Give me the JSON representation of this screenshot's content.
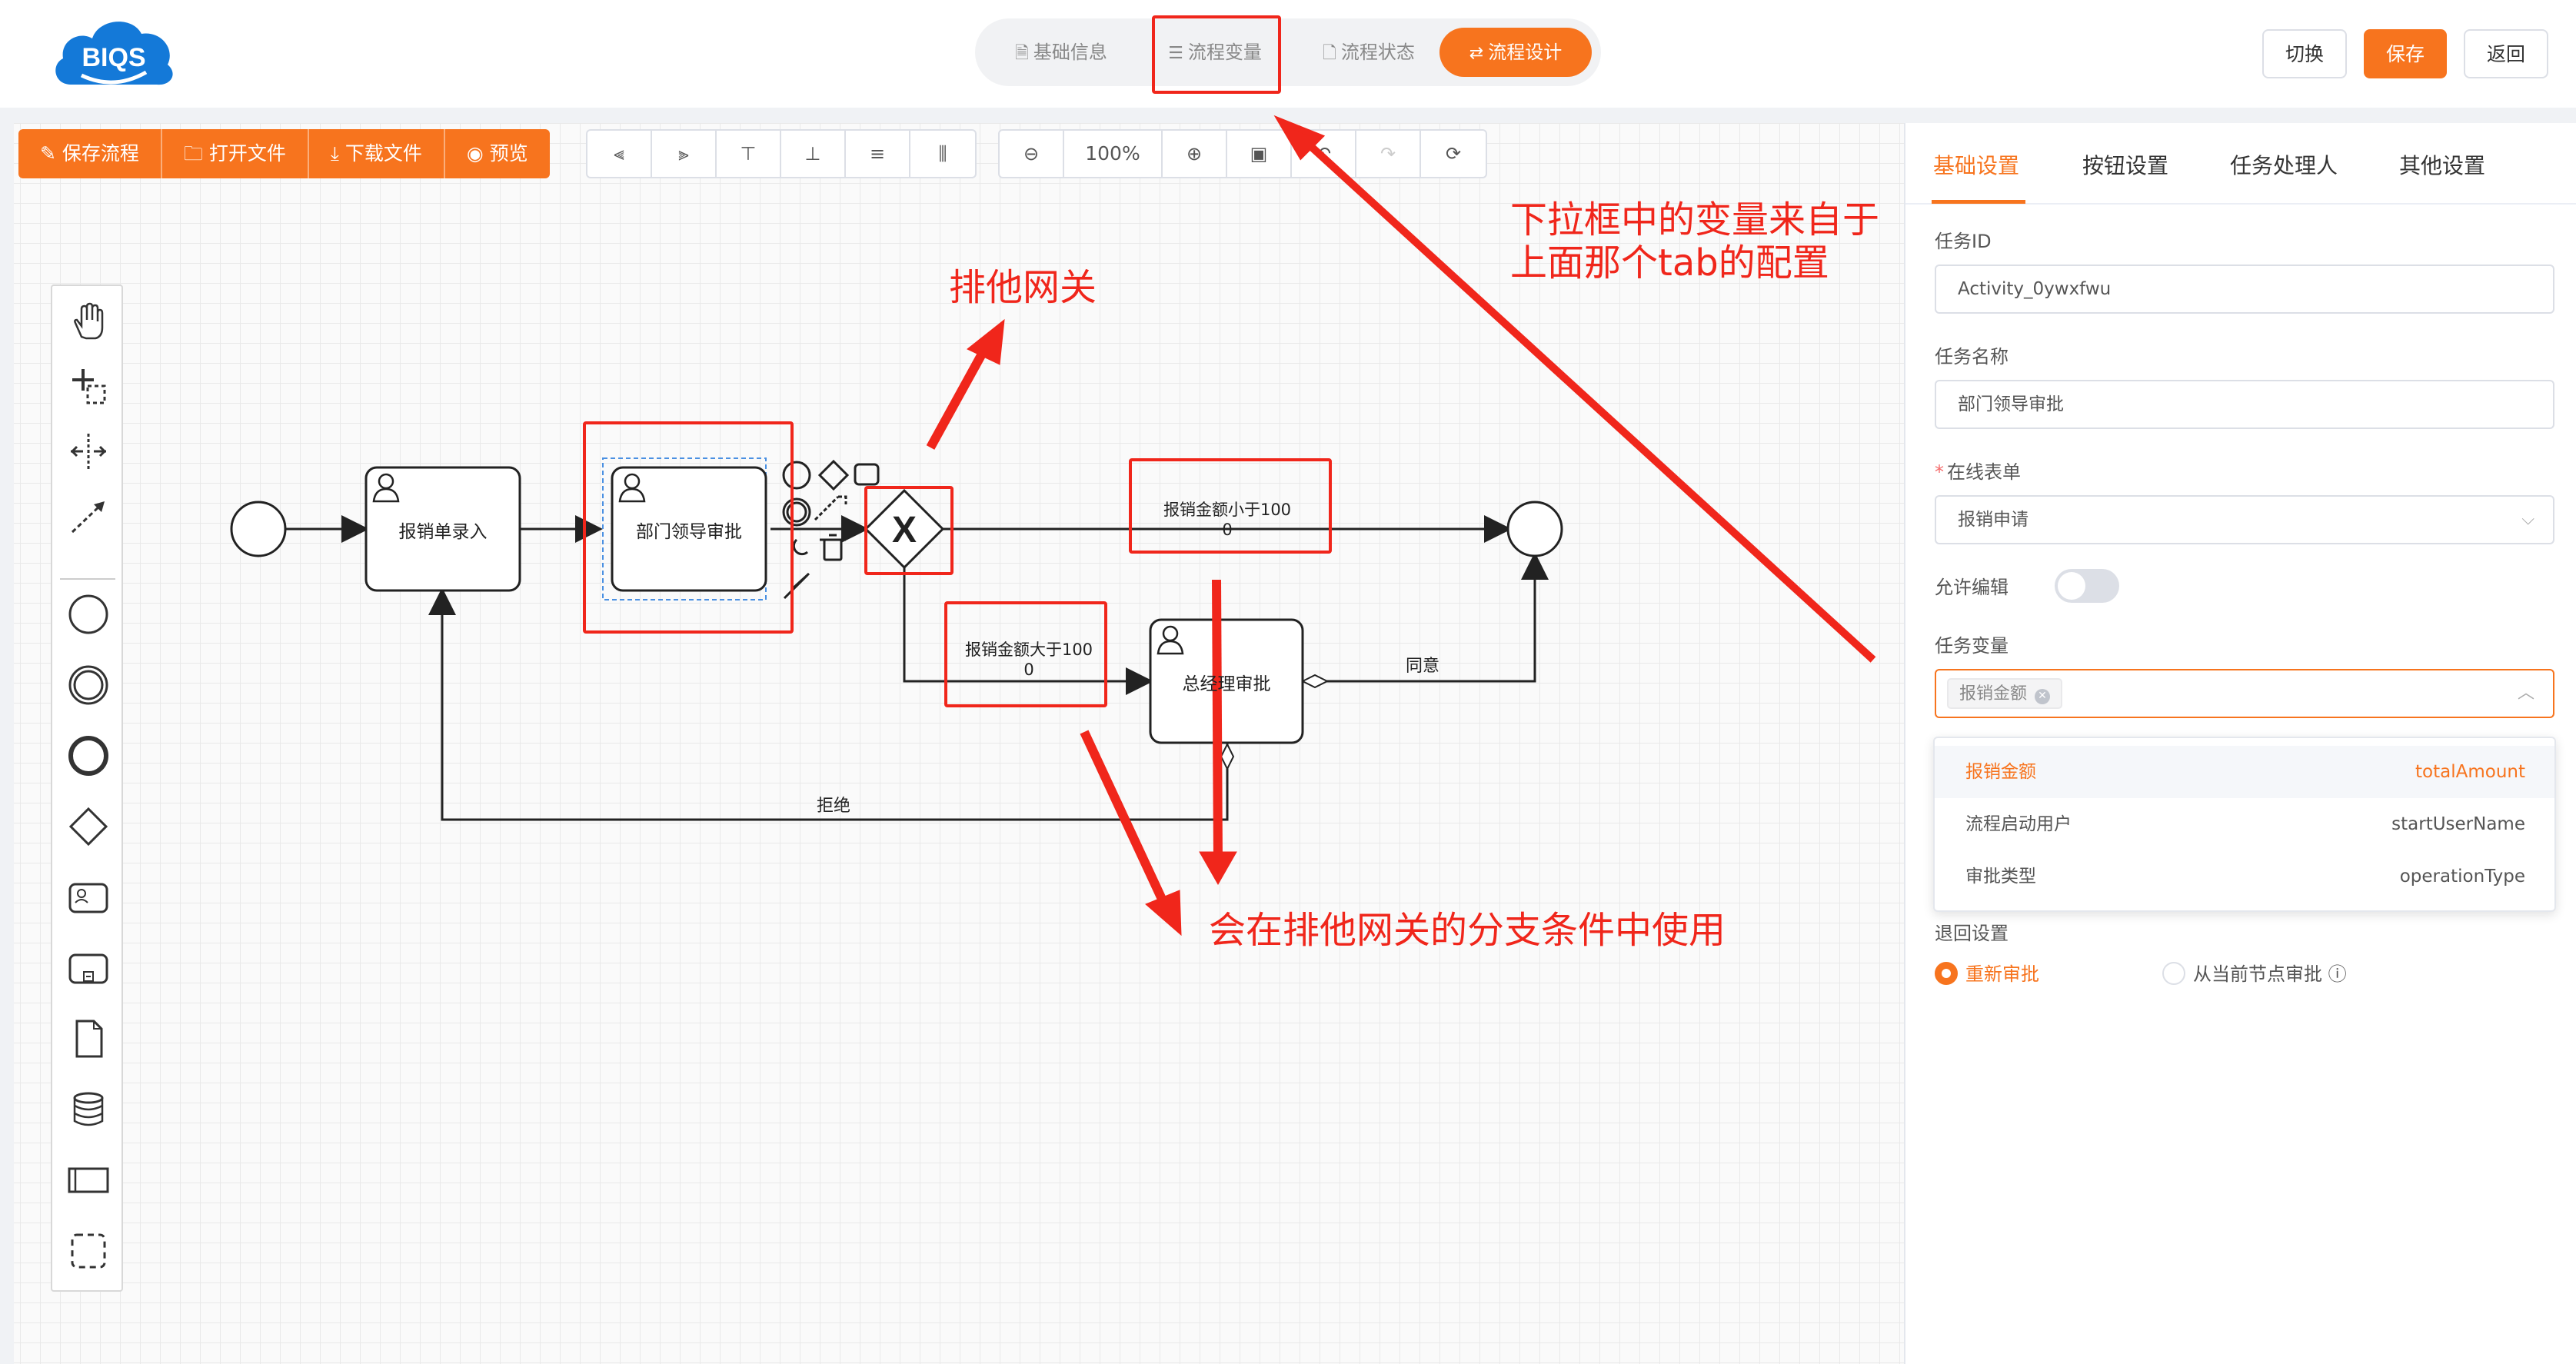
{
  "header": {
    "logo_text": "BIQS",
    "tabs": [
      {
        "label": "基础信息",
        "icon": "doc-icon"
      },
      {
        "label": "流程变量",
        "icon": "list-icon"
      },
      {
        "label": "流程状态",
        "icon": "file-icon"
      },
      {
        "label": "流程设计",
        "icon": "flow-icon",
        "active": true
      }
    ],
    "buttons": {
      "switch": "切换",
      "save": "保存",
      "back": "返回"
    }
  },
  "toolbar": {
    "file_actions": [
      "保存流程",
      "打开文件",
      "下载文件",
      "预览"
    ],
    "zoom": "100%"
  },
  "diagram": {
    "tasks": {
      "entry": "报销单录入",
      "dept": "部门领导审批",
      "gm": "总经理审批"
    },
    "conditions": {
      "lt": [
        "报销金额小于100",
        "0"
      ],
      "gt": [
        "报销金额大于100",
        "0"
      ]
    },
    "flows": {
      "agree": "同意",
      "reject": "拒绝"
    },
    "gateway_symbol": "X"
  },
  "annotations": {
    "gateway": "排他网关",
    "dropdown_source": [
      "下拉框中的变量来自于",
      "上面那个tab的配置"
    ],
    "usage": "会在排他网关的分支条件中使用"
  },
  "panel": {
    "tabs": [
      "基础设置",
      "按钮设置",
      "任务处理人",
      "其他设置"
    ],
    "task_id": {
      "label": "任务ID",
      "value": "Activity_0ywxfwu"
    },
    "task_name": {
      "label": "任务名称",
      "value": "部门领导审批"
    },
    "online_form": {
      "label": "在线表单",
      "value": "报销申请"
    },
    "allow_edit": {
      "label": "允许编辑",
      "on": false
    },
    "task_vars": {
      "label": "任务变量",
      "selected": "报销金额",
      "options": [
        {
          "label": "报销金额",
          "value": "totalAmount",
          "selected": true
        },
        {
          "label": "流程启动用户",
          "value": "startUserName"
        },
        {
          "label": "审批类型",
          "value": "operationType"
        }
      ]
    },
    "return": {
      "label": "退回设置",
      "options": [
        {
          "label": "重新审批",
          "checked": true
        },
        {
          "label": "从当前节点审批",
          "hint": "ⓘ"
        }
      ]
    }
  },
  "colors": {
    "accent": "#f7741e",
    "annotation": "#f0261b"
  }
}
